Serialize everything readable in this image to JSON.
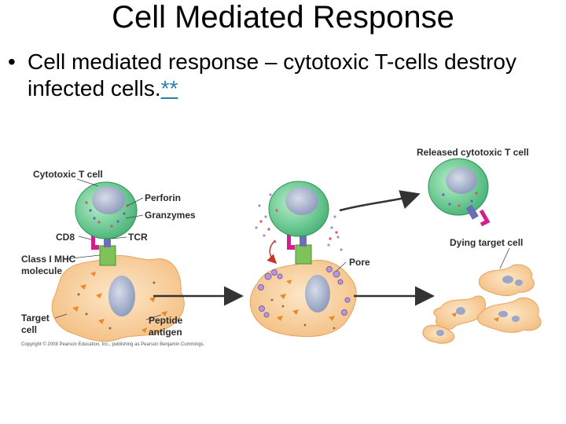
{
  "slide": {
    "title": "Cell Mediated Response",
    "bullet_text": "Cell mediated response – cytotoxic T-cells destroy infected cells.",
    "link_text": "**"
  },
  "figure": {
    "labels": {
      "cytotoxic_t_cell": "Cytotoxic T cell",
      "perforin": "Perforin",
      "granzymes": "Granzymes",
      "cd8": "CD8",
      "tcr": "TCR",
      "class_i_mhc_line1": "Class I MHC",
      "class_i_mhc_line2": "molecule",
      "target_cell_line1": "Target",
      "target_cell_line2": "cell",
      "peptide_antigen_line1": "Peptide",
      "peptide_antigen_line2": "antigen",
      "pore": "Pore",
      "released_cytotoxic_t_cell": "Released cytotoxic T cell",
      "dying_target_cell": "Dying target cell"
    },
    "copyright": "Copyright © 2008 Pearson Education, Inc., publishing as Pearson Benjamin Cummings."
  },
  "colors": {
    "t_cell": "#59c78a",
    "nucleus": "#9aa7c8",
    "target_cell": "#f6c893",
    "receptor_tcr": "#d21f8a",
    "mhc": "#7fc25a",
    "link": "#2a7fa8"
  }
}
